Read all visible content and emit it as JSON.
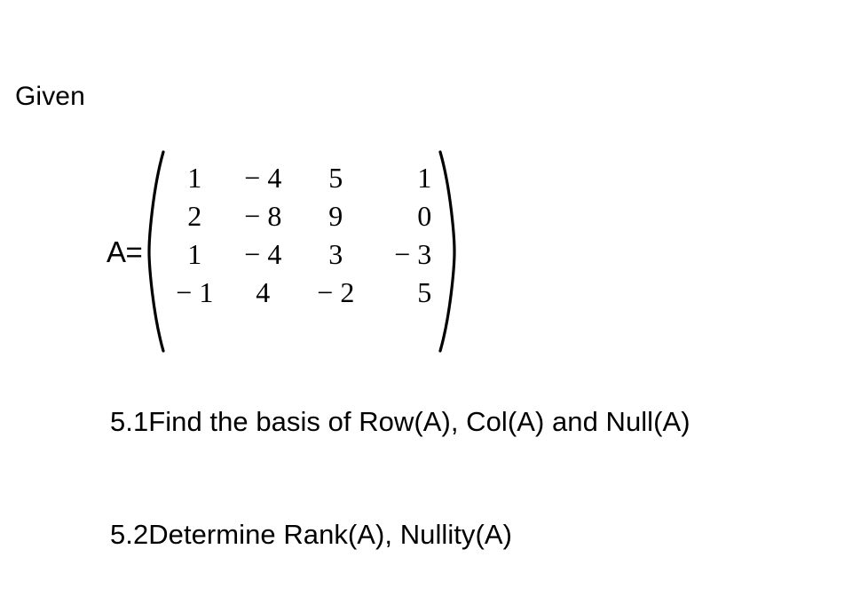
{
  "slide": {
    "background_color": "#ffffff",
    "text_color": "#000000",
    "given_label": "Given"
  },
  "matrix": {
    "name_label": "A=",
    "open_paren": "(",
    "close_paren": ")",
    "rows": 4,
    "cols": 4,
    "entries": [
      [
        "1",
        "− 4",
        "5",
        "1"
      ],
      [
        "2",
        "− 8",
        "9",
        "0"
      ],
      [
        "1",
        "− 4",
        "3",
        "− 3"
      ],
      [
        "− 1",
        "4",
        "− 2",
        "5"
      ]
    ]
  },
  "questions": [
    {
      "number": "5.1",
      "text": "5.1Find the basis of Row(A), Col(A) and Null(A)"
    },
    {
      "number": "5.2",
      "text": "5.2Determine Rank(A), Nullity(A)"
    }
  ]
}
